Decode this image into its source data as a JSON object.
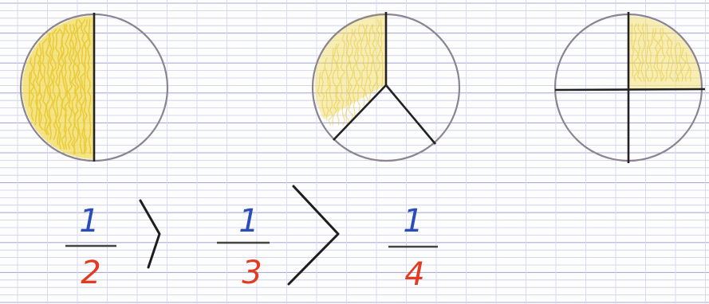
{
  "colors": {
    "paper": "#fdfdfe",
    "ruling_minor": "#c9cde8",
    "ruling_major": "#a9aed8",
    "margin_line": "#d6d9ee",
    "circle": "#8a8590",
    "divider": "#222222",
    "shade_fill": "#f3dc5a",
    "shade_stroke": "#e7c21c",
    "numerator": "#2a4db8",
    "denominator": "#e23b22",
    "fraction_bar": "#444444",
    "comparison": "#1e1e1e"
  },
  "circles": [
    {
      "name": "half",
      "parts": 2,
      "shaded_parts": 1
    },
    {
      "name": "third",
      "parts": 3,
      "shaded_parts": 1
    },
    {
      "name": "quarter",
      "parts": 4,
      "shaded_parts": 1
    }
  ],
  "fractions": [
    {
      "numerator": "1",
      "denominator": "2"
    },
    {
      "numerator": "1",
      "denominator": "3"
    },
    {
      "numerator": "1",
      "denominator": "4"
    }
  ],
  "comparisons": [
    {
      "symbol": "greater-than"
    },
    {
      "symbol": "greater-than"
    }
  ]
}
